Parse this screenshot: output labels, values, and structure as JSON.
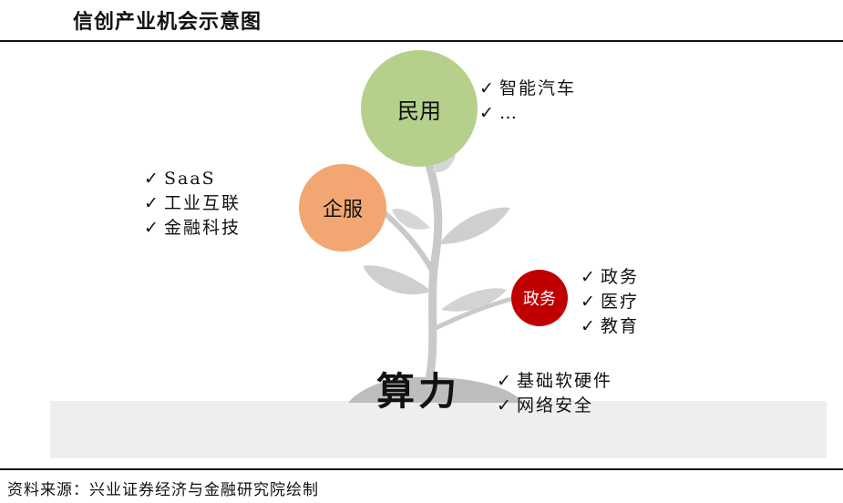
{
  "header": {
    "title": "信创产业机会示意图"
  },
  "footer": {
    "source": "资料来源：兴业证券经济与金融研究院绘制"
  },
  "check_glyph": "✓",
  "colors": {
    "civil": "#b5d08b",
    "enterprise": "#f2a672",
    "government": "#c00000",
    "plant": "#c9c9c9",
    "ground": "#eeeeee"
  },
  "nodes": {
    "civil": {
      "label": "民用",
      "items": [
        "智能汽车",
        "…"
      ]
    },
    "enterprise": {
      "label": "企服",
      "items": [
        "SaaS",
        "工业互联",
        "金融科技"
      ]
    },
    "government": {
      "label": "政务",
      "items": [
        "政务",
        "医疗",
        "教育"
      ]
    },
    "compute": {
      "label": "算力",
      "items": [
        "基础软硬件",
        "网络安全"
      ]
    }
  }
}
